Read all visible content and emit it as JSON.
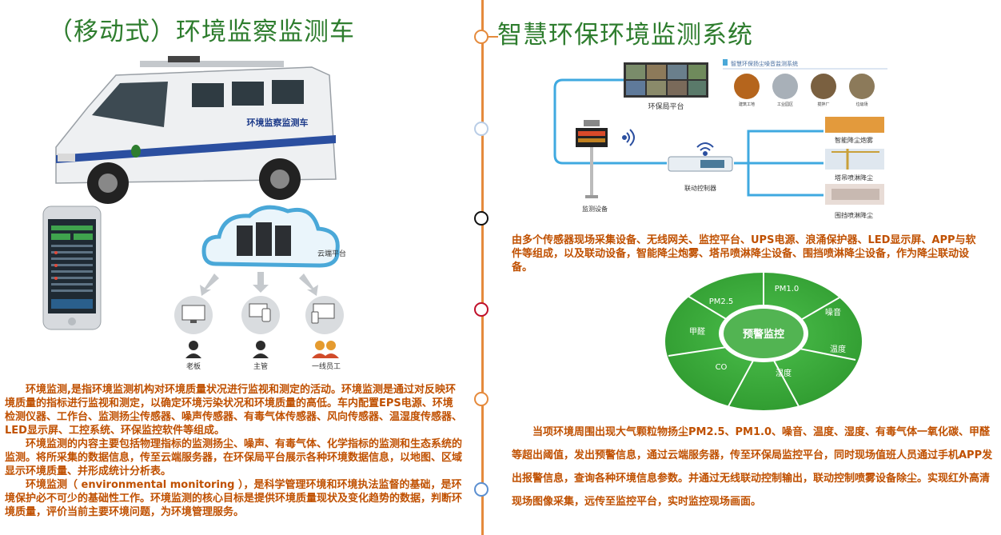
{
  "left": {
    "title": "（移动式）环境监察监测车",
    "van_label": "环境监察监测车",
    "cloud_label": "云端平台",
    "users": [
      "老板",
      "主管",
      "一线员工"
    ],
    "paragraphs": [
      "环境监测,是指环境监测机构对环境质量状况进行监视和测定的活动。环境监测是通过对反映环境质量的指标进行监视和测定，以确定环境污染状况和环境质量的高低。车内配置EPS电源、环境检测仪器、工作台、监测扬尘传感器、噪声传感器、有毒气体传感器、风向传感器、温湿度传感器、LED显示屏、工控系统、环保监控软件等组成。",
      "环境监测的内容主要包括物理指标的监测扬尘、噪声、有毒气体、化学指标的监测和生态系统的监测。将所采集的数据信息，传至云端服务器，在环保局平台展示各种环境数据信息，以地图、区域显示环境质量、并形成统计分析表。",
      "环境监测（ environmental monitoring ），是科学管理环境和环境执法监督的基础，是环境保护必不可少的基础性工作。环境监测的核心目标是提供环境质量现状及变化趋势的数据，判断环境质量，评价当前主要环境问题，为环境管理服务。"
    ]
  },
  "right": {
    "title": "智慧环保环境监测系统",
    "diagram": {
      "header": "智慧环保扬尘噪音监测系统",
      "platform_label": "环保局平台",
      "monitor_label": "监测设备",
      "controller_label": "联动控制器",
      "site_labels": [
        "建筑工地",
        "工业园区",
        "搅拌厂",
        "垃圾场"
      ],
      "outputs": [
        "智能降尘炮雾",
        "塔吊喷淋降尘",
        "围挡喷淋降尘"
      ]
    },
    "paragraph1": "由多个传感器现场采集设备、无线网关、监控平台、UPS电源、浪涌保护器、LED显示屏、APP与软件等组成，以及联动设备，智能降尘炮雾、塔吊喷淋降尘设备、围挡喷淋降尘设备，作为降尘联动设备。",
    "ring": {
      "center": "预警监控",
      "segments": [
        "PM1.0",
        "噪音",
        "温度",
        "湿度",
        "CO",
        "甲醛",
        "PM2.5"
      ]
    },
    "paragraph2": "当项环境周围出现大气颗粒物扬尘PM2.5、PM1.0、噪音、温度、湿度、有毒气体一氧化碳、甲醛等超出阈值，发出预警信息，通过云端服务器，传至环保局监控平台，同时现场值班人员通过手机APP发出报警信息，查询各种环境信息参数。并通过无线联动控制输出，联动控制喷雾设备除尘。实现红外高清现场图像采集，远传至监控平台，实时监控现场画面。"
  },
  "colors": {
    "title": "#2e7d2e",
    "text": "#c05000",
    "timeline": "#e58a3c",
    "ring_green": "#3aa63a"
  }
}
